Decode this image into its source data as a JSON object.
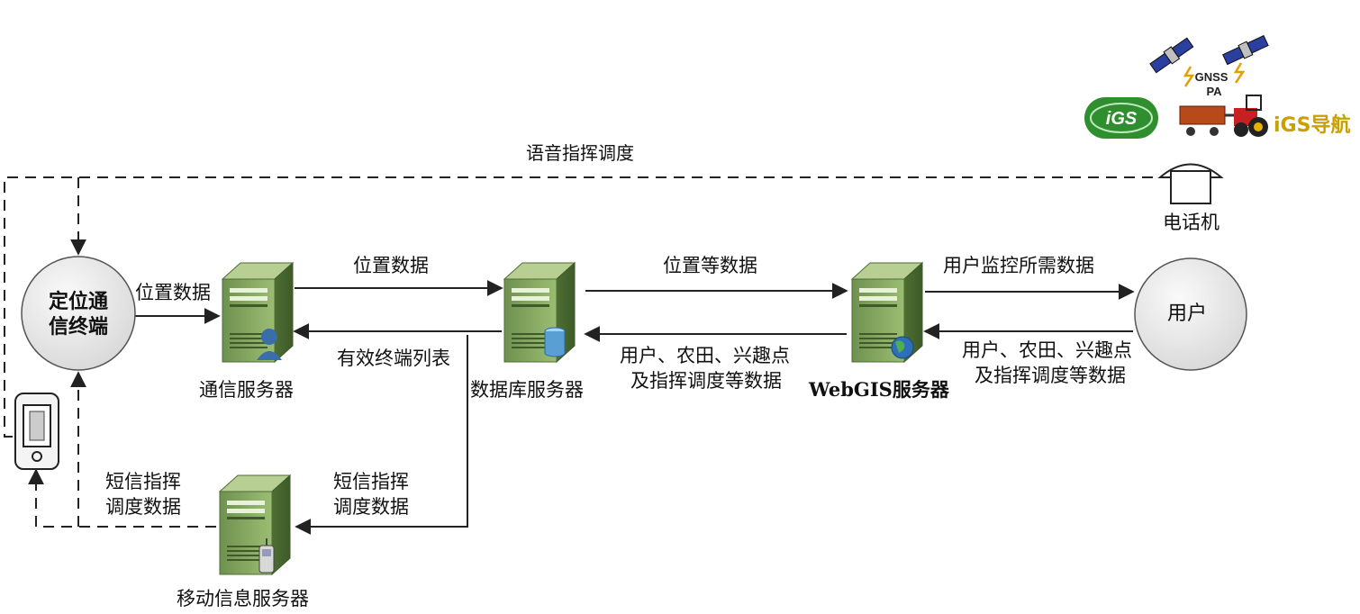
{
  "nodes": {
    "terminal": "定位通信终端",
    "comm_server": "通信服务器",
    "db_server": "数据库服务器",
    "webgis_server": "WebGIS服务器",
    "mobile_server": "移动信息服务器",
    "user": "用户",
    "phone": "电话机"
  },
  "edges": {
    "voice_dispatch": "语音指挥调度",
    "terminal_to_comm": "位置数据",
    "comm_to_db": "位置数据",
    "db_to_comm": "有效终端列表",
    "db_to_webgis": "位置等数据",
    "webgis_to_db_line1": "用户、农田、兴趣点",
    "webgis_to_db_line2": "及指挥调度等数据",
    "webgis_to_user": "用户监控所需数据",
    "user_to_webgis_line1": "用户、农田、兴趣点",
    "user_to_webgis_line2": "及指挥调度等数据",
    "db_to_mobile_line1": "短信指挥",
    "db_to_mobile_line2": "调度数据",
    "mobile_to_terminal_line1": "短信指挥",
    "mobile_to_terminal_line2": "调度数据"
  },
  "logo": {
    "igs_badge": "iGS",
    "gnss": "GNSS",
    "pa": "PA",
    "brand": "iGS导航"
  },
  "colors": {
    "server_green": "#7fa05a",
    "server_dark": "#4e6e34",
    "circle_fill": "#ececec",
    "logo_green": "#2f8f2f",
    "brand_text": "#c8a000"
  }
}
